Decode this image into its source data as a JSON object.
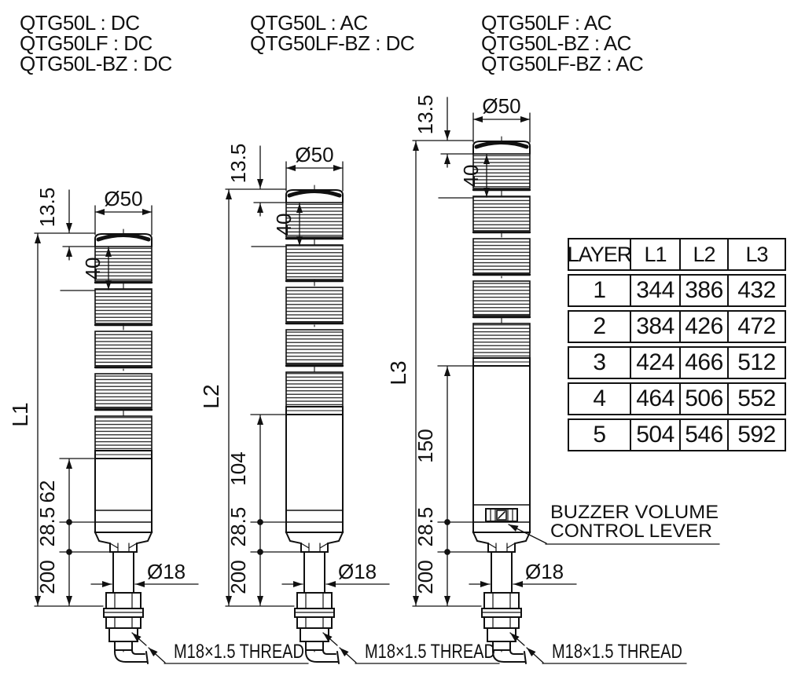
{
  "colors": {
    "ink": "#111111",
    "background": "#ffffff"
  },
  "model_groups": [
    {
      "lines": [
        "QTG50L : DC",
        "QTG50LF : DC",
        "QTG50L-BZ : DC"
      ]
    },
    {
      "lines": [
        "QTG50L : AC",
        "QTG50LF-BZ : DC",
        ""
      ]
    },
    {
      "lines": [
        "QTG50LF : AC",
        "QTG50L-BZ : AC",
        "QTG50LF-BZ : AC"
      ]
    }
  ],
  "drawings": [
    {
      "height_label": "L1",
      "top_diameter": "Ø50",
      "cap_height": "13.5",
      "module_height": "40",
      "body_height": "62",
      "mount_height": "28.5",
      "pole_length": "200",
      "pole_diameter": "Ø18",
      "thread_note": "M18×1.5 THREAD"
    },
    {
      "height_label": "L2",
      "top_diameter": "Ø50",
      "cap_height": "13.5",
      "module_height": "40",
      "body_height": "104",
      "mount_height": "28.5",
      "pole_length": "200",
      "pole_diameter": "Ø18",
      "thread_note": "M18×1.5 THREAD"
    },
    {
      "height_label": "L3",
      "top_diameter": "Ø50",
      "cap_height": "13.5",
      "module_height": "40",
      "body_height": "150",
      "mount_height": "28.5",
      "pole_length": "200",
      "pole_diameter": "Ø18",
      "thread_note": "M18×1.5 THREAD",
      "buzzer_note_line1": "BUZZER VOLUME",
      "buzzer_note_line2": "CONTROL LEVER"
    }
  ],
  "table": {
    "headers": [
      "LAYER",
      "L1",
      "L2",
      "L3"
    ],
    "rows": [
      [
        "1",
        "344",
        "386",
        "432"
      ],
      [
        "2",
        "384",
        "426",
        "472"
      ],
      [
        "3",
        "424",
        "466",
        "512"
      ],
      [
        "4",
        "464",
        "506",
        "552"
      ],
      [
        "5",
        "504",
        "546",
        "592"
      ]
    ]
  }
}
